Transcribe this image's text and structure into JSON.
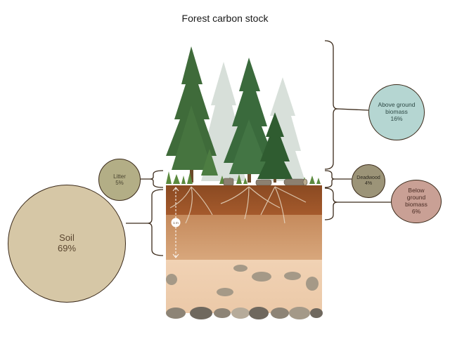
{
  "title": "Forest carbon stock",
  "pools": {
    "above": {
      "label": "Above ground biomass",
      "line1": "Above ground",
      "line2": "biomass",
      "pct": "16%"
    },
    "litter": {
      "label": "Litter",
      "pct": "5%"
    },
    "deadwood": {
      "label": "Deadwood",
      "pct": "4%"
    },
    "below": {
      "label": "Below ground biomass",
      "line1": "Below",
      "line2": "ground",
      "line3": "biomass",
      "pct": "6%"
    },
    "soil": {
      "label": "Soil",
      "pct": "69%"
    }
  },
  "scale_label": "1 m",
  "colors": {
    "soil": "#d6c7a6",
    "litter": "#b3ae86",
    "above": "#b5d6d2",
    "deadwood": "#9c9478",
    "below": "#c9a095",
    "bracket": "#3b2a1a"
  }
}
